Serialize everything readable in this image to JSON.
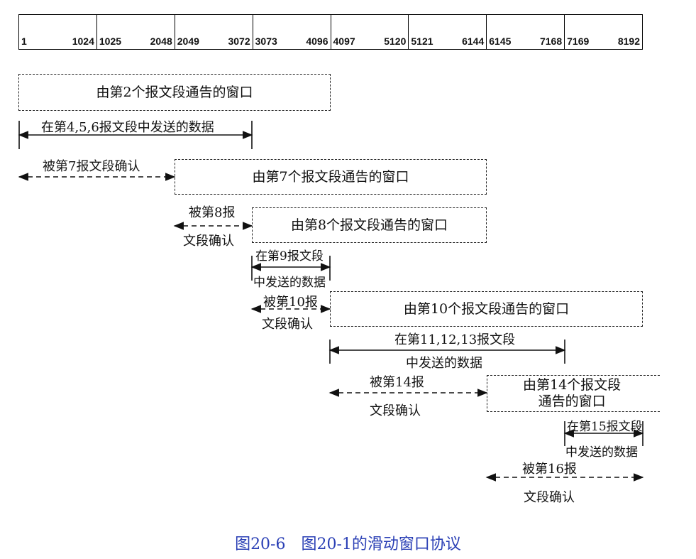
{
  "sequence_bar": {
    "cells": [
      {
        "start": "1",
        "end": "1024"
      },
      {
        "start": "1025",
        "end": "2048"
      },
      {
        "start": "2049",
        "end": "3072"
      },
      {
        "start": "3073",
        "end": "4096"
      },
      {
        "start": "4097",
        "end": "5120"
      },
      {
        "start": "5121",
        "end": "6144"
      },
      {
        "start": "6145",
        "end": "7168"
      },
      {
        "start": "7169",
        "end": "8192"
      }
    ]
  },
  "windows": {
    "w2": "由第2个报文段通告的窗口",
    "w7": "由第7个报文段通告的窗口",
    "w8": "由第8个报文段通告的窗口",
    "w10": "由第10个报文段通告的窗口",
    "w14_line1": "由第14个报文段",
    "w14_line2": "通告的窗口"
  },
  "labels": {
    "sent_456": "在第4,5,6报文段中发送的数据",
    "ack7": "被第7报文段确认",
    "ack8_line1": "被第8报",
    "ack8_line2": "文段确认",
    "sent9_line1": "在第9报文段",
    "sent9_line2": "中发送的数据",
    "ack10_line1": "被第10报",
    "ack10_line2": "文段确认",
    "sent_111213_line1": "在第11,12,13报文段",
    "sent_111213_line2": "中发送的数据",
    "ack14_line1": "被第14报",
    "ack14_line2": "文段确认",
    "sent15_line1": "在第15报文段",
    "sent15_line2": "中发送的数据",
    "ack16_line1": "被第16报",
    "ack16_line2": "文段确认"
  },
  "caption": "图20-6　图20-1的滑动窗口协议",
  "colors": {
    "caption": "#2a3fb5",
    "lines": "#111111"
  }
}
